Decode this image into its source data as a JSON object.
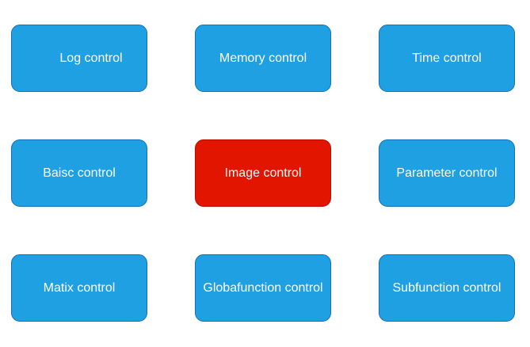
{
  "tiles": [
    {
      "label": "Log control"
    },
    {
      "label": "Memory control"
    },
    {
      "label": "Time control"
    },
    {
      "label": "Baisc control"
    },
    {
      "label": "Image control",
      "state": "highlighted"
    },
    {
      "label": "Parameter control"
    },
    {
      "label": "Matix control"
    },
    {
      "label": "Globafunction control"
    },
    {
      "label": "Subfunction control"
    }
  ],
  "colors": {
    "tile_fill": "#1ea0e2",
    "tile_border": "#1770b6",
    "highlight_fill": "#e21500",
    "highlight_border": "#b80f00",
    "text": "#ffffff",
    "background": "#ffffff"
  }
}
